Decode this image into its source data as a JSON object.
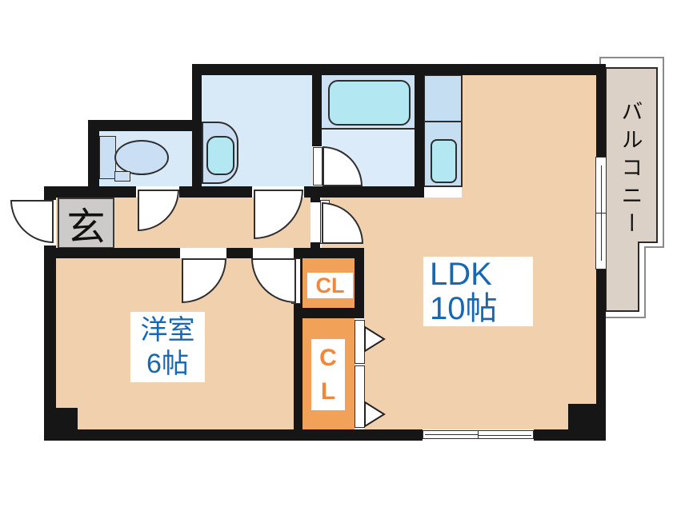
{
  "floorplan": {
    "type": "japanese-apartment-floor-plan",
    "labels": {
      "entrance": "玄",
      "western_room_name": "洋室",
      "western_room_size": "6帖",
      "ldk_name": "LDK",
      "ldk_size": "10帖",
      "closet_upper": "CL",
      "closet_lower_line1": "C",
      "closet_lower_line2": "L",
      "balcony": "バルコニー"
    },
    "colors": {
      "wall": "#161616",
      "room_floor_peach": "#f1d0ad",
      "wet_area_floor": "#d8e9f8",
      "bath_upper_zone": "#cde1f4",
      "bath_lower_zone": "#dcebf9",
      "kitchen_counter": "#c6def2",
      "fixture_blue": "#cbdff4",
      "water_cyan": "#b3e8f2",
      "closet_orange": "#f2a158",
      "closet_text_orange": "#f0873a",
      "room_label_blue": "#1568b3",
      "entrance_gray": "#cccbc9",
      "balcony_beige": "#dbd1c7"
    }
  }
}
